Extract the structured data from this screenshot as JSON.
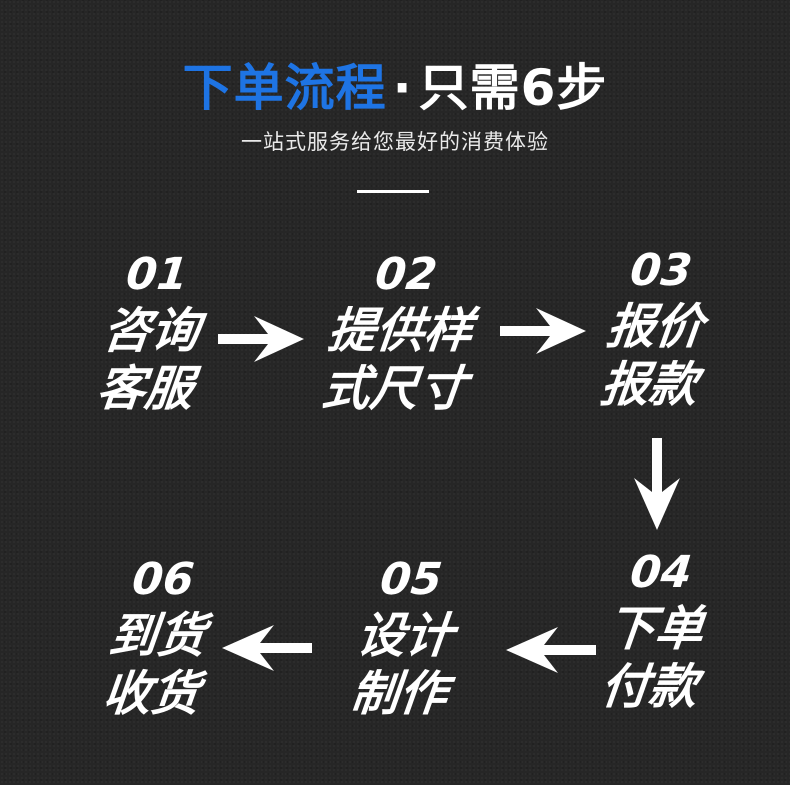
{
  "header": {
    "title_highlight": "下单流程",
    "title_sep": "·",
    "title_rest": "只需6步",
    "subtitle": "一站式服务给您最好的消费体验"
  },
  "colors": {
    "background": "#262626",
    "accent": "#1e74e4",
    "text": "#ffffff"
  },
  "steps": [
    {
      "num": "01",
      "line1": "咨询",
      "line2": "客服"
    },
    {
      "num": "02",
      "line1": "提供样",
      "line2": "式尺寸"
    },
    {
      "num": "03",
      "line1": "报价",
      "line2": "报款"
    },
    {
      "num": "04",
      "line1": "下单",
      "line2": "付款"
    },
    {
      "num": "05",
      "line1": "设计",
      "line2": "制作"
    },
    {
      "num": "06",
      "line1": "到货",
      "line2": "收货"
    }
  ],
  "arrows": [
    {
      "from": "01",
      "to": "02",
      "direction": "right"
    },
    {
      "from": "02",
      "to": "03",
      "direction": "right"
    },
    {
      "from": "03",
      "to": "04",
      "direction": "down"
    },
    {
      "from": "04",
      "to": "05",
      "direction": "left"
    },
    {
      "from": "05",
      "to": "06",
      "direction": "left"
    }
  ]
}
